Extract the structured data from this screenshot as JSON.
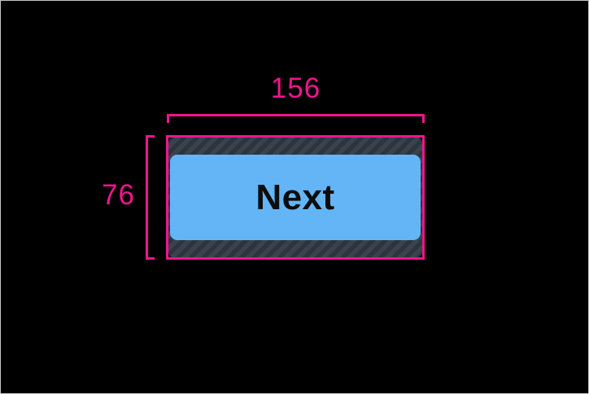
{
  "canvas": {
    "background_color": "#000000",
    "frame_border_color": "#c4c4c4"
  },
  "annotation": {
    "accent_color": "#F0148E",
    "width_dimension": {
      "label": "156",
      "value": 156
    },
    "height_dimension": {
      "label": "76",
      "value": 76
    }
  },
  "tap_target": {
    "hatch_base_color": "#3A434D",
    "hatch_stripe_color": "#2C343D"
  },
  "button": {
    "label": "Next",
    "background_color": "#64B5F6",
    "text_color": "#0d0d0d"
  }
}
